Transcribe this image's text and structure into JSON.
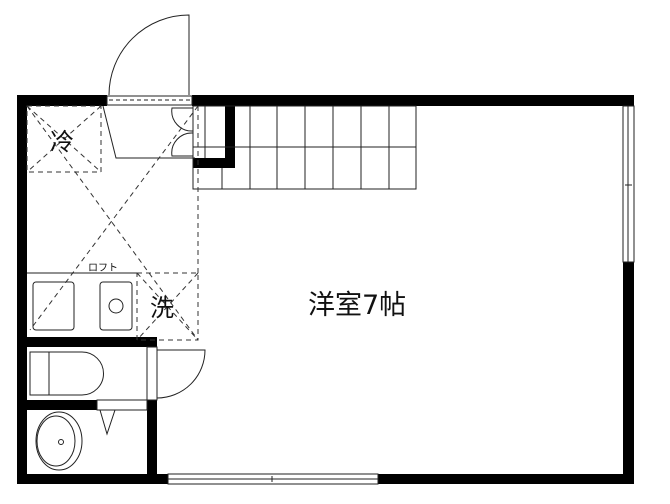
{
  "labels": {
    "fridge": "冷",
    "loft": "ロフト",
    "washer": "洗",
    "room": "洋室7帖"
  },
  "colors": {
    "wall": "#000000",
    "line": "#222222",
    "background": "#ffffff"
  }
}
